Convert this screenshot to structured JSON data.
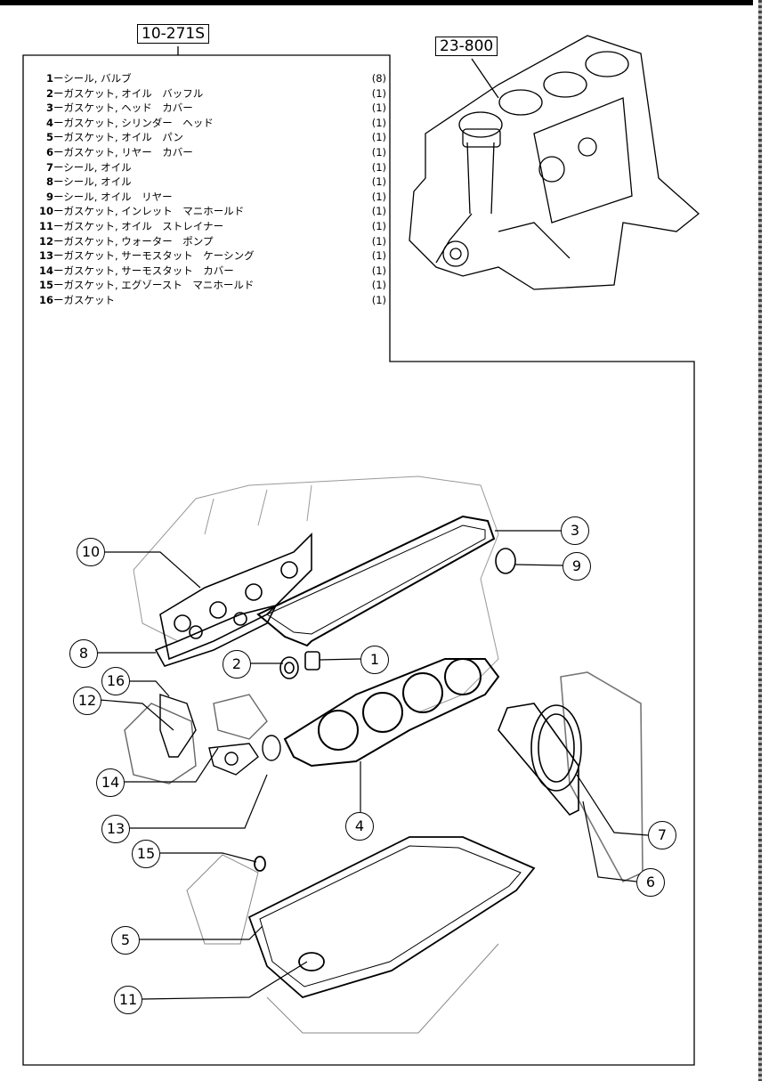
{
  "references": {
    "main": "10-271S",
    "block": "23-800"
  },
  "parts": [
    {
      "no": "1",
      "name": "ーシール, バルブ",
      "qty": "(8)"
    },
    {
      "no": "2",
      "name": "ーガスケット, オイル　バッフル",
      "qty": "(1)"
    },
    {
      "no": "3",
      "name": "ーガスケット, ヘッド　カバー",
      "qty": "(1)"
    },
    {
      "no": "4",
      "name": "ーガスケット, シリンダー　ヘッド",
      "qty": "(1)"
    },
    {
      "no": "5",
      "name": "ーガスケット, オイル　パン",
      "qty": "(1)"
    },
    {
      "no": "6",
      "name": "ーガスケット, リヤー　カバー",
      "qty": "(1)"
    },
    {
      "no": "7",
      "name": "ーシール, オイル",
      "qty": "(1)"
    },
    {
      "no": "8",
      "name": "ーシール, オイル",
      "qty": "(1)"
    },
    {
      "no": "9",
      "name": "ーシール, オイル　リヤー",
      "qty": "(1)"
    },
    {
      "no": "10",
      "name": "ーガスケット, インレット　マニホールド",
      "qty": "(1)"
    },
    {
      "no": "11",
      "name": "ーガスケット, オイル　ストレイナー",
      "qty": "(1)"
    },
    {
      "no": "12",
      "name": "ーガスケット, ウォーター　ポンプ",
      "qty": "(1)"
    },
    {
      "no": "13",
      "name": "ーガスケット, サーモスタット　ケーシング",
      "qty": "(1)"
    },
    {
      "no": "14",
      "name": "ーガスケット, サーモスタット　カバー",
      "qty": "(1)"
    },
    {
      "no": "15",
      "name": "ーガスケット, エグゾースト　マニホールド",
      "qty": "(1)"
    },
    {
      "no": "16",
      "name": "ーガスケット",
      "qty": "(1)"
    }
  ],
  "callouts": [
    "1",
    "2",
    "3",
    "4",
    "5",
    "6",
    "7",
    "8",
    "9",
    "10",
    "11",
    "12",
    "13",
    "14",
    "15",
    "16"
  ]
}
